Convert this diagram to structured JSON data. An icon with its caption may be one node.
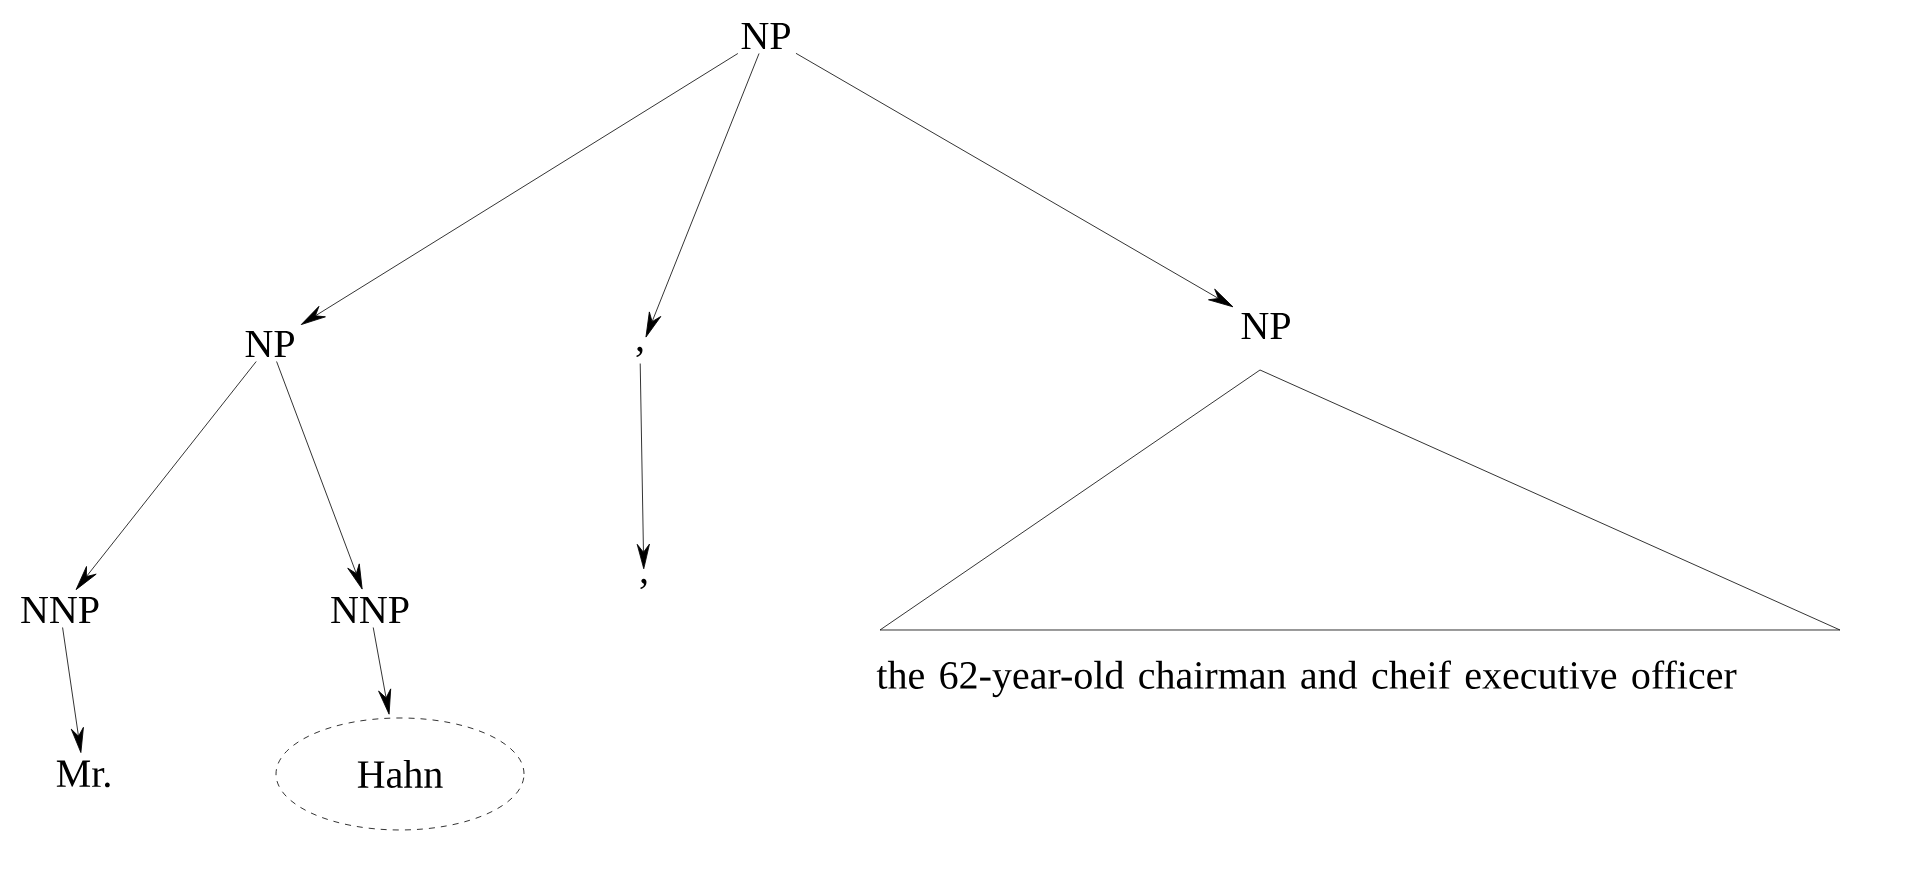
{
  "diagram": {
    "nodes": [
      {
        "text": [
          "NP"
        ]
      },
      {
        "text": [
          "NP"
        ]
      },
      {
        "text": [
          ","
        ]
      },
      {
        "text": [
          "NP"
        ]
      },
      {
        "text": [
          "NNP"
        ]
      },
      {
        "text": [
          "NNP"
        ]
      },
      {
        "text": [
          ","
        ]
      },
      {
        "text": [
          "Mr."
        ]
      },
      {
        "text": [
          "Hahn"
        ]
      },
      {
        "text": [
          "the 62-year-old chairman and cheif executive officer"
        ]
      }
    ],
    "edges": [
      {
        "from": 0,
        "to": 1,
        "arrow": "to"
      },
      {
        "from": 0,
        "to": 2,
        "arrow": "to"
      },
      {
        "from": 0,
        "to": 3,
        "arrow": "to"
      },
      {
        "from": 1,
        "to": 4,
        "arrow": "to"
      },
      {
        "from": 1,
        "to": 5,
        "arrow": "to"
      },
      {
        "from": 2,
        "to": 6,
        "arrow": "to"
      },
      {
        "from": 4,
        "to": 7,
        "arrow": "to"
      },
      {
        "from": 5,
        "to": 8,
        "arrow": "to"
      }
    ]
  }
}
